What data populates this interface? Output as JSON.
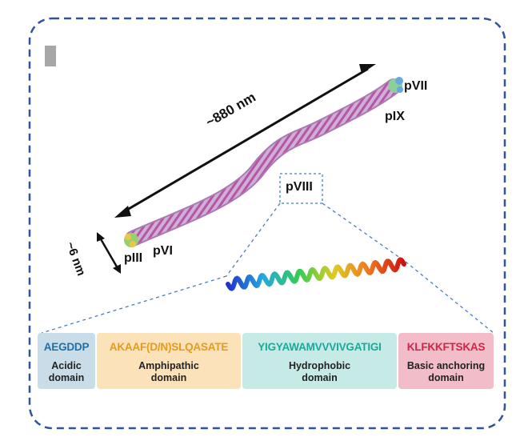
{
  "figure": {
    "panel_label": "",
    "length_label": "~880 nm",
    "width_label": "~6 nm",
    "proteins": {
      "pVII": "pVII",
      "pIX": "pIX",
      "pVIII": "pVIII",
      "pIII": "pIII",
      "pVI": "pVI"
    },
    "segments": [
      {
        "sequence": "AEGDDP",
        "domain": "Acidic domain",
        "text_color": "#1f6fa8",
        "fill": "#c9dde8"
      },
      {
        "sequence": "AKAAF(D/N)SLQASATE",
        "domain": "Amphipathic domain",
        "text_color": "#e69a1f",
        "fill": "#fbe2b8"
      },
      {
        "sequence": "YIGYAWAMVVVIVGATIGI",
        "domain": "Hydrophobic domain",
        "text_color": "#1aa99a",
        "fill": "#c6ebe6"
      },
      {
        "sequence": "KLFKKFTSKAS",
        "domain": "Basic anchoring domain",
        "text_color": "#d2234a",
        "fill": "#f2bcc8"
      }
    ],
    "colors": {
      "frame": "#2e5597",
      "zoom_lines": "#4a7cc4",
      "phage_body": "#c89cc9",
      "phage_stripes": "#b04ba0"
    }
  }
}
